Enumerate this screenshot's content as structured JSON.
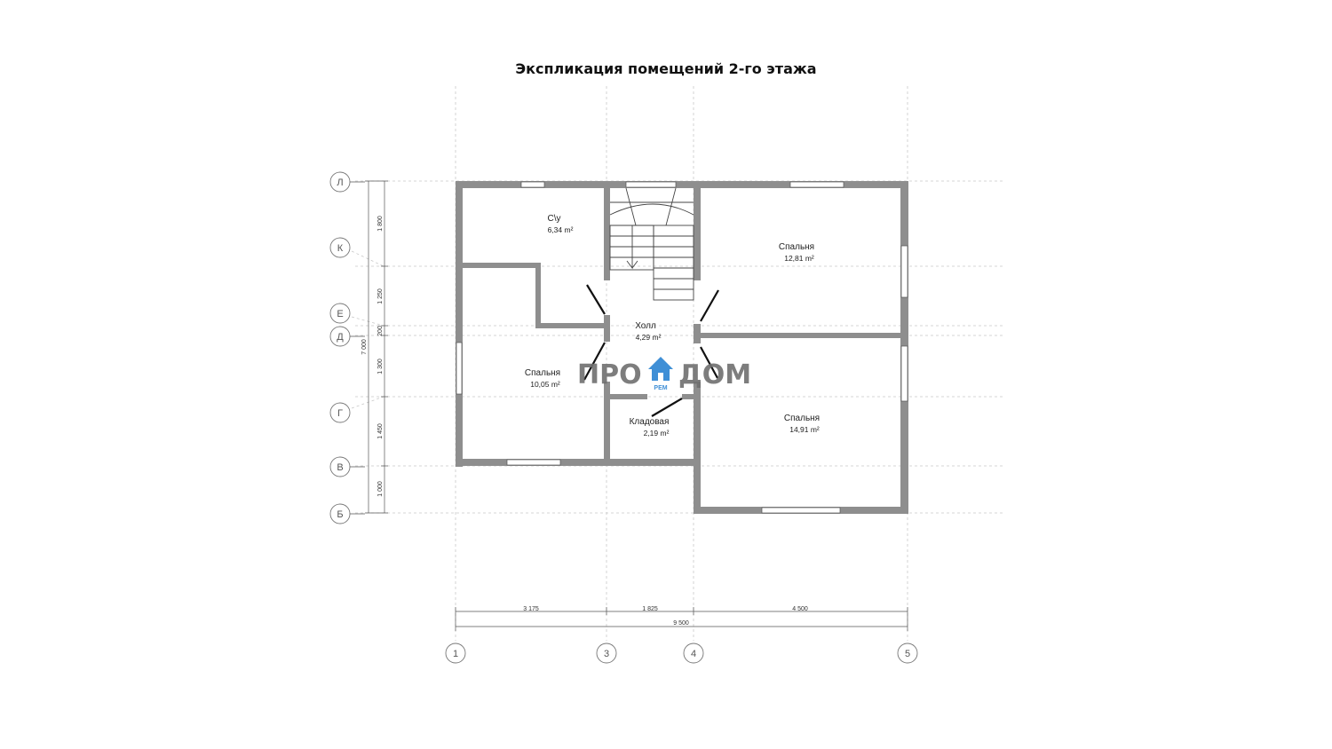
{
  "title": "Экспликация помещений 2-го этажа",
  "rooms": [
    {
      "name": "С\\у",
      "area": "6,34 m²"
    },
    {
      "name": "Спальня",
      "area": "12,81 m²"
    },
    {
      "name": "Холл",
      "area": "4,29 m²"
    },
    {
      "name": "Спальня",
      "area": "10,05 m²"
    },
    {
      "name": "Кладовая",
      "area": "2,19 m²"
    },
    {
      "name": "Спальня",
      "area": "14,91 m²"
    }
  ],
  "axes_rows": [
    "Л",
    "К",
    "Е",
    "Д",
    "Г",
    "В",
    "Б"
  ],
  "axes_cols": [
    "1",
    "3",
    "4",
    "5"
  ],
  "dims_vertical": [
    "1 800",
    "1 250",
    "200",
    "1 300",
    "1 450",
    "1 000"
  ],
  "dim_vertical_total": "7 000",
  "dims_horizontal": [
    "3 175",
    "1 825",
    "4 500"
  ],
  "dim_horizontal_total": "9 500",
  "watermark": {
    "left": "ПРО",
    "right": "ДОМ",
    "sub": "РЕМ",
    "icon": "house-icon",
    "icon_color": "#3f8fd6"
  }
}
